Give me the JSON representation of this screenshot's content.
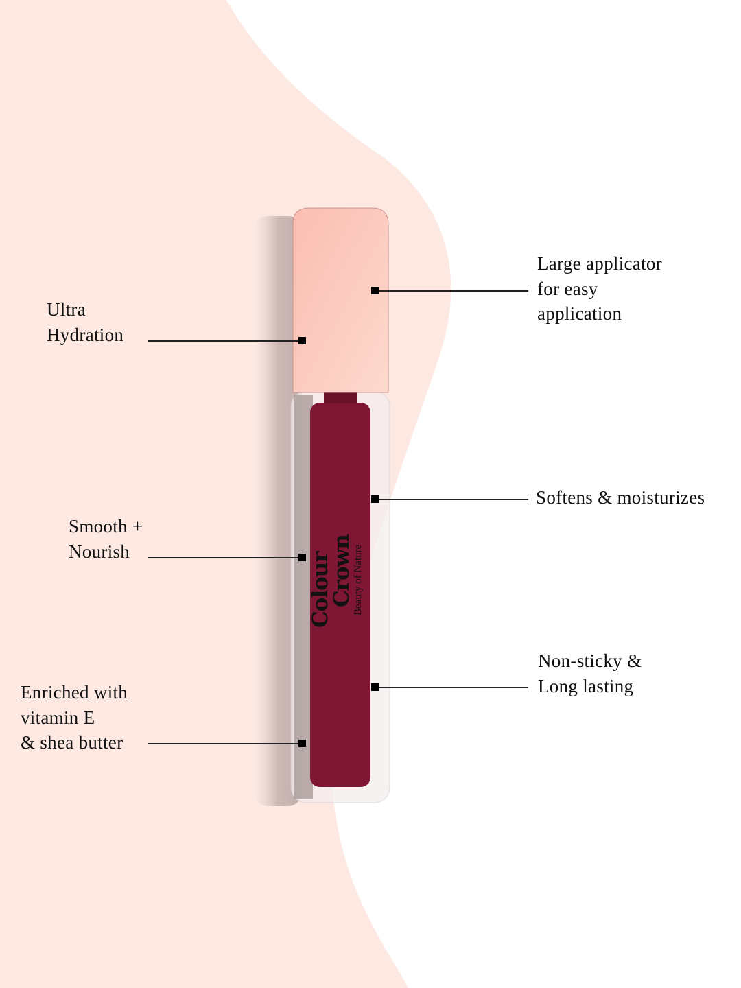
{
  "product": {
    "brand_name_line1": "Colour",
    "brand_name_line2": "Crown",
    "tagline": "Beauty of Nature",
    "colors": {
      "cap": "#fcd0c4",
      "liquid": "#7f1734",
      "background_shape": "#fde9e2"
    }
  },
  "features_left": [
    {
      "text": "Ultra\nHydration"
    },
    {
      "text": "Smooth +\nNourish"
    },
    {
      "text": "Enriched with\nvitamin E\n& shea butter"
    }
  ],
  "features_right": [
    {
      "text": "Large applicator\nfor easy\napplication"
    },
    {
      "text": "Softens & moisturizes"
    },
    {
      "text": "Non-sticky &\nLong lasting"
    }
  ]
}
